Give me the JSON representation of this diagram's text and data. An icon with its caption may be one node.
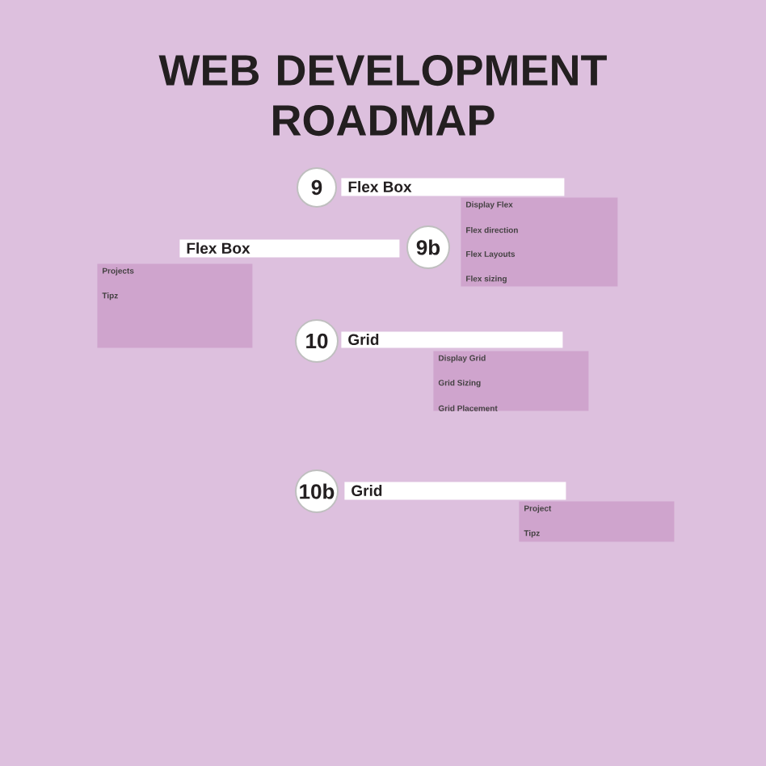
{
  "diagram": {
    "title": "WEB DEVELOPMENT ROADMAP",
    "nodes": [
      {
        "text": [
          "9"
        ]
      },
      {
        "text": [
          "Flex Box"
        ]
      },
      {
        "text": [
          "Display Flex",
          "Flex direction",
          "Flex Layouts",
          "Flex sizing"
        ]
      },
      {
        "text": [
          "Flex Box"
        ]
      },
      {
        "text": [
          "9b"
        ]
      },
      {
        "text": [
          "Projects",
          "Tipz"
        ]
      },
      {
        "text": [
          "10"
        ]
      },
      {
        "text": [
          "Grid"
        ]
      },
      {
        "text": [
          "Display Grid",
          "Grid Sizing",
          "Grid Placement"
        ]
      },
      {
        "text": [
          "10b"
        ]
      },
      {
        "text": [
          "Grid"
        ]
      },
      {
        "text": [
          "Project",
          "Tipz"
        ]
      }
    ]
  }
}
